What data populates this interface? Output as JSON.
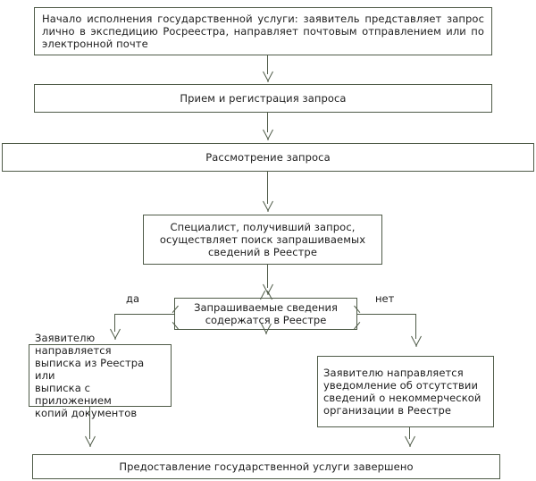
{
  "diagram": {
    "title": "Блок-схема предоставления государственной услуги",
    "colors": {
      "border": "#4f5b48",
      "text": "#1d1d1d",
      "background": "#ffffff",
      "connector": "#4f5b48"
    },
    "nodes": [
      {
        "id": "start",
        "shape": "rectangle",
        "text": "Начало исполнения государственной услуги: заявитель представляет запрос лично в экспедицию Росреестра, направляет почтовым отправлением или по электронной почте"
      },
      {
        "id": "receive",
        "shape": "rectangle",
        "text": "Прием и регистрация запроса"
      },
      {
        "id": "review",
        "shape": "rectangle",
        "text": "Рассмотрение запроса"
      },
      {
        "id": "specialist",
        "shape": "rectangle",
        "text": "Специалист, получивший запрос,\nосуществляет поиск запрашиваемых\nсведений в Реестре"
      },
      {
        "id": "decision",
        "shape": "decision",
        "text": "Запрашиваемые сведения\nсодержатся в Реестре"
      },
      {
        "id": "branch-yes",
        "shape": "rectangle",
        "text": "Заявителю направляется\nвыписка из Реестра или\nвыписка с приложением\nкопий документов"
      },
      {
        "id": "branch-no",
        "shape": "rectangle",
        "text": "Заявителю направляется\nуведомление об отсутствии\nсведений о некоммерческой\nорганизации в Реестре"
      },
      {
        "id": "end",
        "shape": "rectangle",
        "text": "Предоставление государственной услуги завершено"
      }
    ],
    "edge_labels": {
      "yes": "да",
      "no": "нет"
    }
  }
}
